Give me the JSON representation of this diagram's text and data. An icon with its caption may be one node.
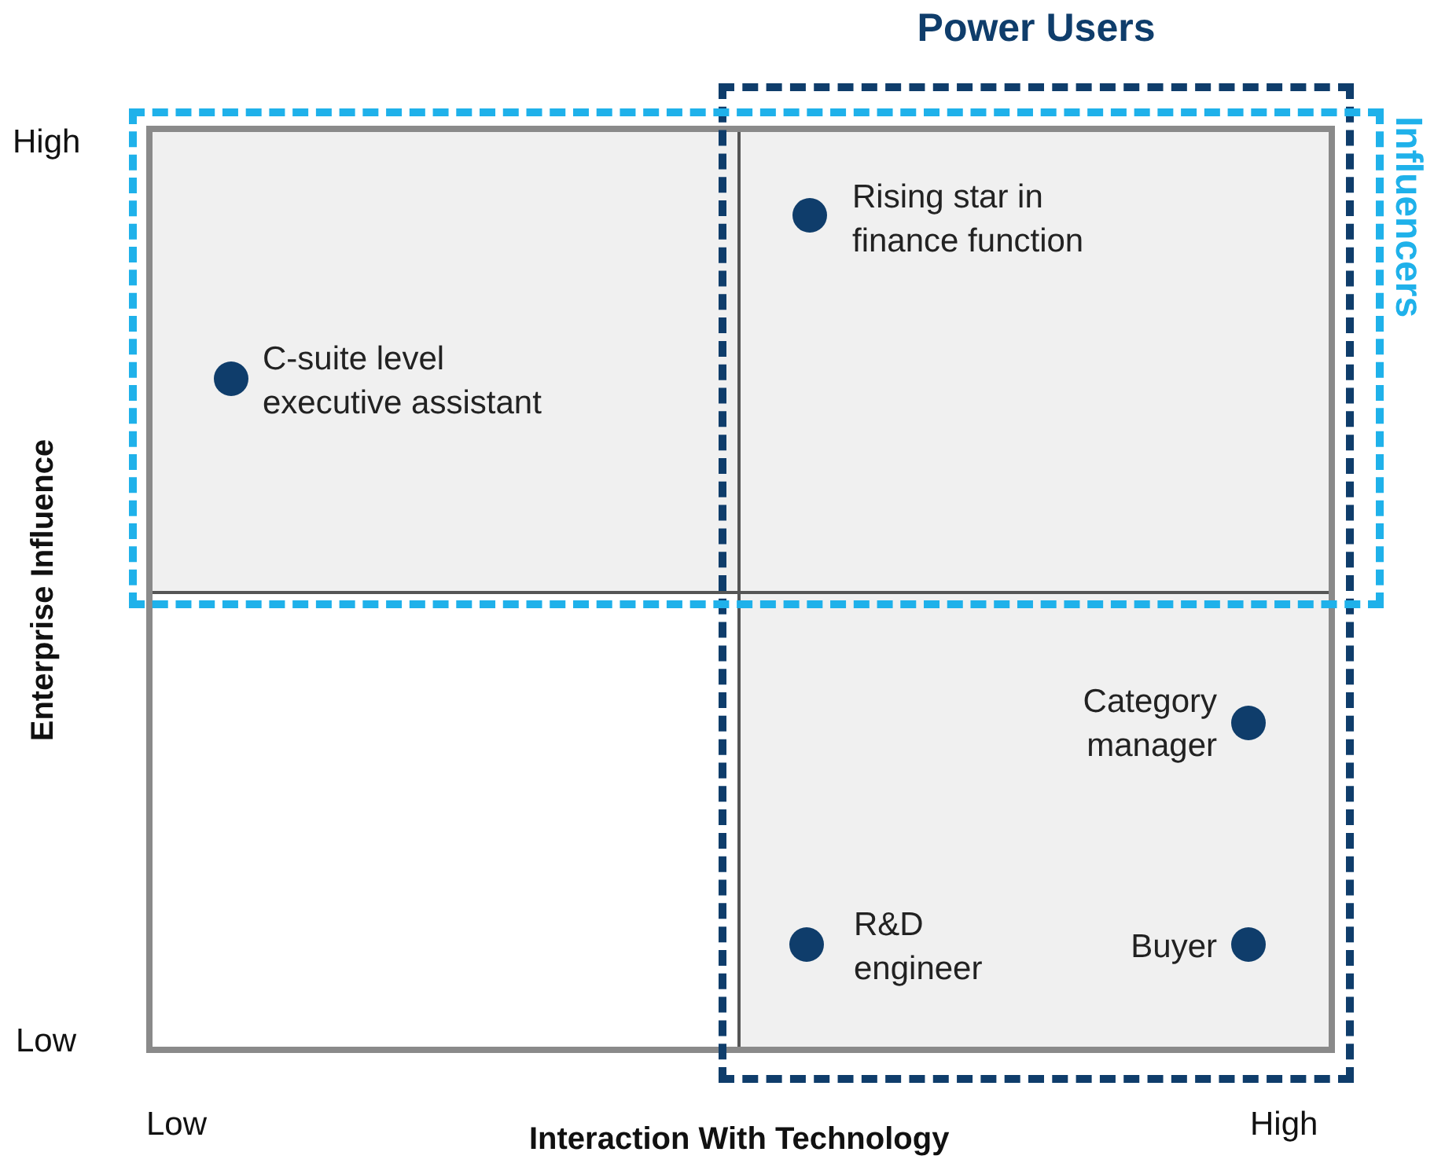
{
  "diagram": {
    "nodes": [
      {
        "text": [
          "Power Users"
        ]
      },
      {
        "text": [
          "Influencers"
        ]
      },
      {
        "text": [],
        "shape": "circle",
        "beside": [
          "C-suite level executive assistant"
        ],
        "in": 1
      },
      {
        "text": [],
        "shape": "circle",
        "beside": [
          "Rising star in finance function"
        ]
      },
      {
        "text": [],
        "shape": "circle",
        "beside": [
          "Category manager"
        ],
        "in": 0
      },
      {
        "text": [],
        "shape": "circle",
        "beside": [
          "R&D engineer"
        ],
        "in": 0
      },
      {
        "text": [],
        "shape": "circle",
        "beside": [
          "Buyer"
        ],
        "in": 0
      }
    ],
    "labels": [
      "High",
      "Enterprise Influence",
      "Low",
      "Low",
      "Interaction With Technology",
      "High"
    ]
  }
}
